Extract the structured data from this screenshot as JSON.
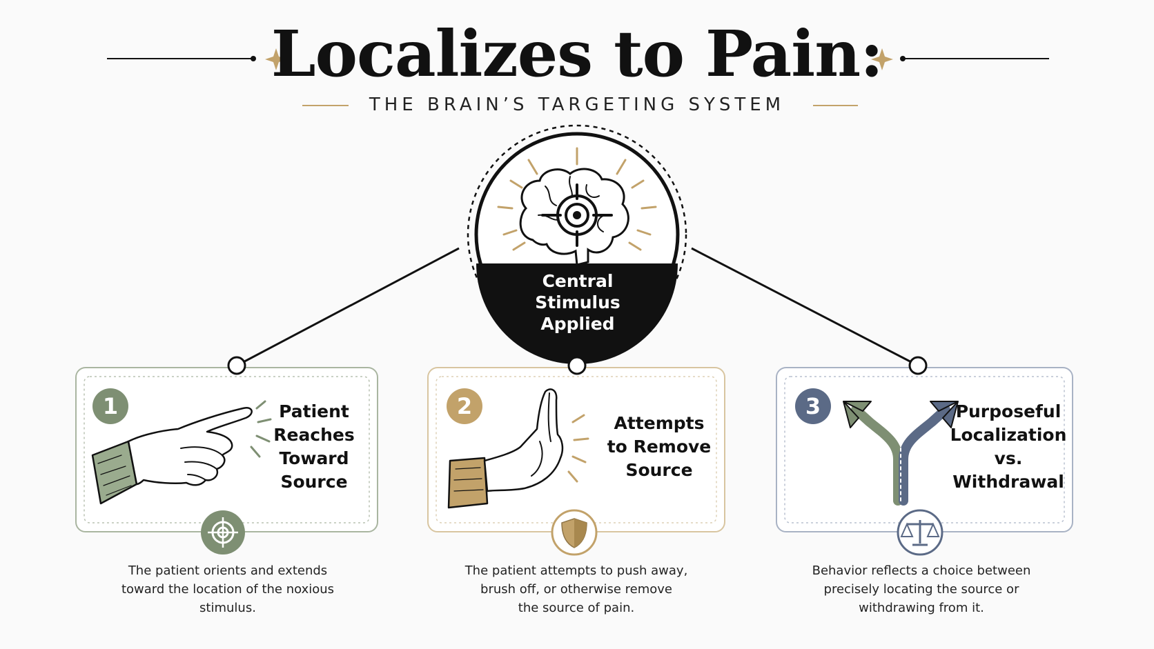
{
  "header": {
    "title": "Localizes to Pain:",
    "subtitle": "THE BRAIN’S TARGETING SYSTEM"
  },
  "center": {
    "lines": [
      "Central",
      "Stimulus",
      "Applied"
    ]
  },
  "cards": [
    {
      "number": "1",
      "title_lines": [
        "Patient",
        "Reaches",
        "Toward",
        "Source"
      ],
      "description_lines": [
        "The patient orients and extends",
        "toward the location of the noxious",
        "stimulus."
      ],
      "icon": "pointing-hand-icon",
      "badge_icon": "crosshair-icon",
      "color": "#7e8f73"
    },
    {
      "number": "2",
      "title_lines": [
        "Attempts",
        "to Remove",
        "Source"
      ],
      "description_lines": [
        "The patient attempts to push away,",
        "brush off, or otherwise remove",
        "the source of pain."
      ],
      "icon": "open-hand-icon",
      "badge_icon": "shield-icon",
      "color": "#c2a26a"
    },
    {
      "number": "3",
      "title_lines": [
        "Purposeful",
        "Localization",
        "vs.",
        "Withdrawal"
      ],
      "description_lines": [
        "Behavior reflects a choice between",
        "precisely locating the source or",
        "withdrawing from it."
      ],
      "icon": "split-arrows-icon",
      "badge_icon": "balance-scale-icon",
      "color": "#5b6a86"
    }
  ],
  "colors": {
    "ink": "#111111",
    "gold": "#c2a26a",
    "sage": "#7e8f73",
    "slate": "#5b6a86",
    "background": "#fafafa"
  }
}
